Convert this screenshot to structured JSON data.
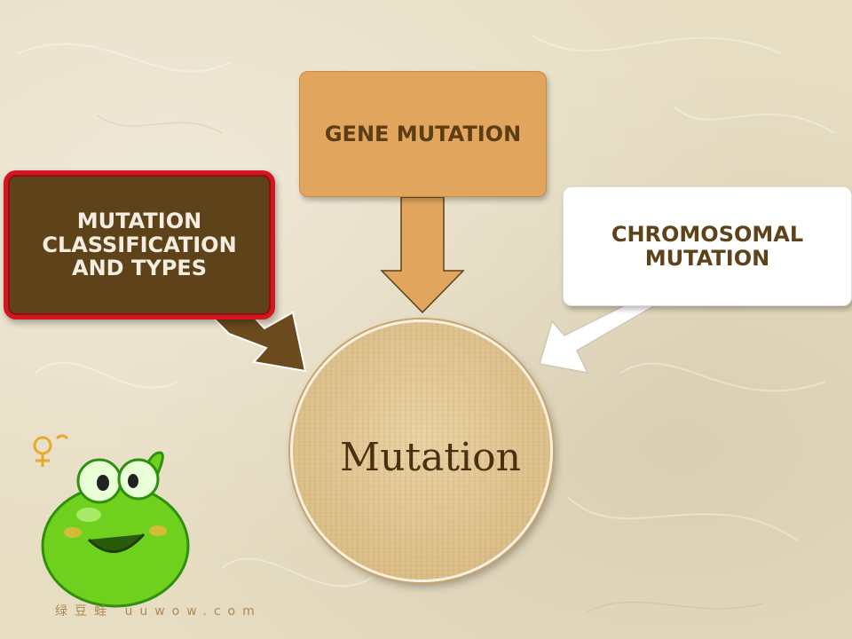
{
  "diagram": {
    "center": {
      "label": "Mutation"
    },
    "boxes": {
      "classification": {
        "label": "MUTATION CLASSIFICATION AND TYPES",
        "color": "#5e4219",
        "border_color": "#d51620"
      },
      "gene": {
        "label": "GENE MUTATION",
        "color": "#e1a55d"
      },
      "chromosomal": {
        "label": "CHROMOSOMAL MUTATION",
        "color": "#ffffff"
      }
    }
  },
  "decoration": {
    "mascot": "green-frog-cartoon",
    "female_symbol": "♀~",
    "watermark": "绿豆蛙 uuwow.com"
  }
}
